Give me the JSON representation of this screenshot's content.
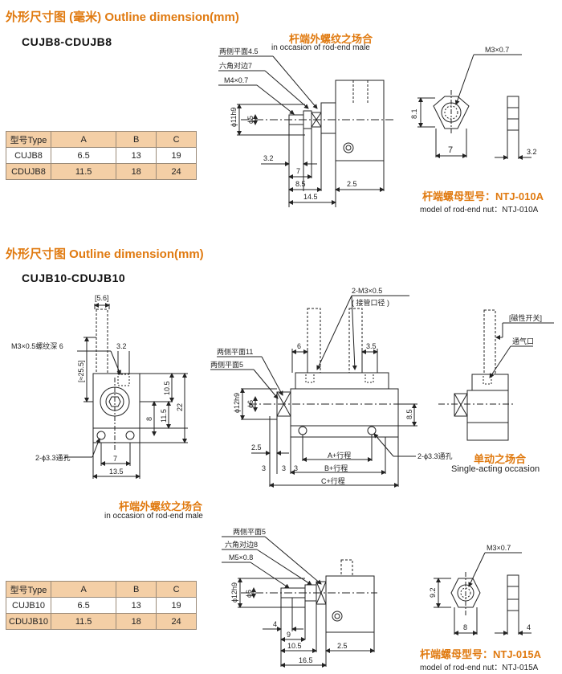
{
  "section1": {
    "title": "外形尺寸图 (毫米) Outline dimension(mm)",
    "model": "CUJB8-CDUJB8",
    "rod_end_title": "杆端外螺纹之场合",
    "rod_end_sub": "in occasion of rod-end male",
    "nut_title": "杆端螺母型号：NTJ-010A",
    "nut_sub": "model of rod-end nut：NTJ-010A",
    "table": {
      "headers": [
        "型号Type",
        "A",
        "B",
        "C"
      ],
      "rows": [
        [
          "CUJB8",
          "6.5",
          "13",
          "19"
        ],
        [
          "CDUJB8",
          "11.5",
          "18",
          "24"
        ]
      ]
    },
    "labels": {
      "flats": "两侧平面4.5",
      "hex": "六角对边7",
      "thread": "M4×0.7",
      "dia_rod": "ϕ11h9",
      "dia_5": "ϕ5",
      "d32": "3.2",
      "d7": "7",
      "d85": "8.5",
      "d145": "14.5",
      "d25": "2.5",
      "nut_thread": "M3×0.7",
      "nut_81": "8.1",
      "nut_7": "7",
      "nut_32": "3.2"
    }
  },
  "section2": {
    "title": "外形尺寸图 Outline dimension(mm)",
    "model": "CUJB10-CDUJB10",
    "labels": {
      "d56": "[5.6]",
      "m3_depth": "M3×0.5螺纹深 6",
      "d32": "3.2",
      "d255": "[≈25.5]",
      "d105": "10.5",
      "d22": "22",
      "d8": "8",
      "d115": "11.5",
      "holes": "2-ϕ3.3通孔",
      "d7": "7",
      "d135": "13.5",
      "port": "2-M3×0.5",
      "port_note": "( 接管口径 )",
      "d6": "6",
      "d35": "3.5",
      "flats11": "两侧平面11",
      "flats5": "两侧平面5",
      "dia12": "ϕ12h9",
      "dia6": "ϕ6",
      "d85": "8.5",
      "d25": "2.5",
      "a_stroke": "A+行程",
      "b_stroke": "B+行程",
      "c_stroke": "C+行程",
      "holes2": "2-ϕ3.3通孔",
      "d3a": "3",
      "d3b": "3",
      "d3c": "3",
      "switch": "[磁性开关]",
      "vent": "通气口",
      "single_title": "单动之场合",
      "single_sub": "Single-acting occasion"
    }
  },
  "section3": {
    "rod_end_title": "杆端外螺纹之场合",
    "rod_end_sub": "in occasion of rod-end male",
    "nut_title": "杆端螺母型号：NTJ-015A",
    "nut_sub": "model of rod-end nut：NTJ-015A",
    "table": {
      "headers": [
        "型号Type",
        "A",
        "B",
        "C"
      ],
      "rows": [
        [
          "CUJB10",
          "6.5",
          "13",
          "19"
        ],
        [
          "CDUJB10",
          "11.5",
          "18",
          "24"
        ]
      ]
    },
    "labels": {
      "flats": "两侧平面5",
      "hex": "六角对边8",
      "thread": "M5×0.8",
      "dia_rod": "ϕ12h9",
      "dia_6": "ϕ6",
      "d4": "4",
      "d9": "9",
      "d105": "10.5",
      "d165": "16.5",
      "d25": "2.5",
      "nut_thread": "M3×0.7",
      "nut_92": "9.2",
      "nut_8": "8",
      "nut_4": "4"
    }
  },
  "colors": {
    "accent": "#e07a10",
    "table_fill": "#f4cfa6"
  }
}
